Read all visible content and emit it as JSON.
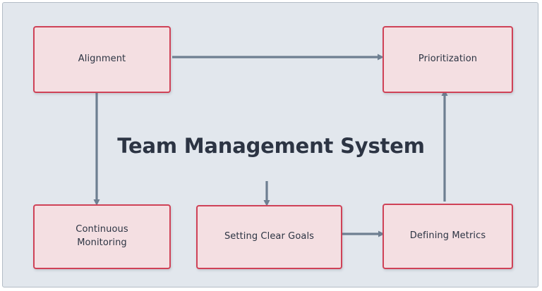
{
  "diagram": {
    "title": "Team Management System",
    "background_color": "#e2e7ed",
    "frame_border_color": "#b3bcc6",
    "node_fill_color": "#f4dfe2",
    "node_border_color": "#cf4257",
    "node_text_color": "#2c3443",
    "arrow_color": "#6e7f91",
    "title_color": "#2c3443",
    "nodes": [
      {
        "id": "alignment",
        "label": "Alignment"
      },
      {
        "id": "prioritization",
        "label": "Prioritization"
      },
      {
        "id": "continuous_monitoring",
        "label": "Continuous\nMonitoring"
      },
      {
        "id": "setting_clear_goals",
        "label": "Setting Clear Goals"
      },
      {
        "id": "defining_metrics",
        "label": "Defining Metrics"
      }
    ],
    "edges": [
      {
        "id": "prioritization_to_alignment",
        "from": "prioritization",
        "to": "alignment",
        "direction": "left"
      },
      {
        "id": "alignment_to_continuous_monitoring",
        "from": "alignment",
        "to": "continuous_monitoring",
        "direction": "down"
      },
      {
        "id": "into_setting_clear_goals",
        "from": "",
        "to": "setting_clear_goals",
        "direction": "down"
      },
      {
        "id": "setting_clear_goals_to_defining_metrics",
        "from": "setting_clear_goals",
        "to": "defining_metrics",
        "direction": "right"
      },
      {
        "id": "defining_metrics_to_prioritization",
        "from": "defining_metrics",
        "to": "prioritization",
        "direction": "up"
      }
    ]
  }
}
